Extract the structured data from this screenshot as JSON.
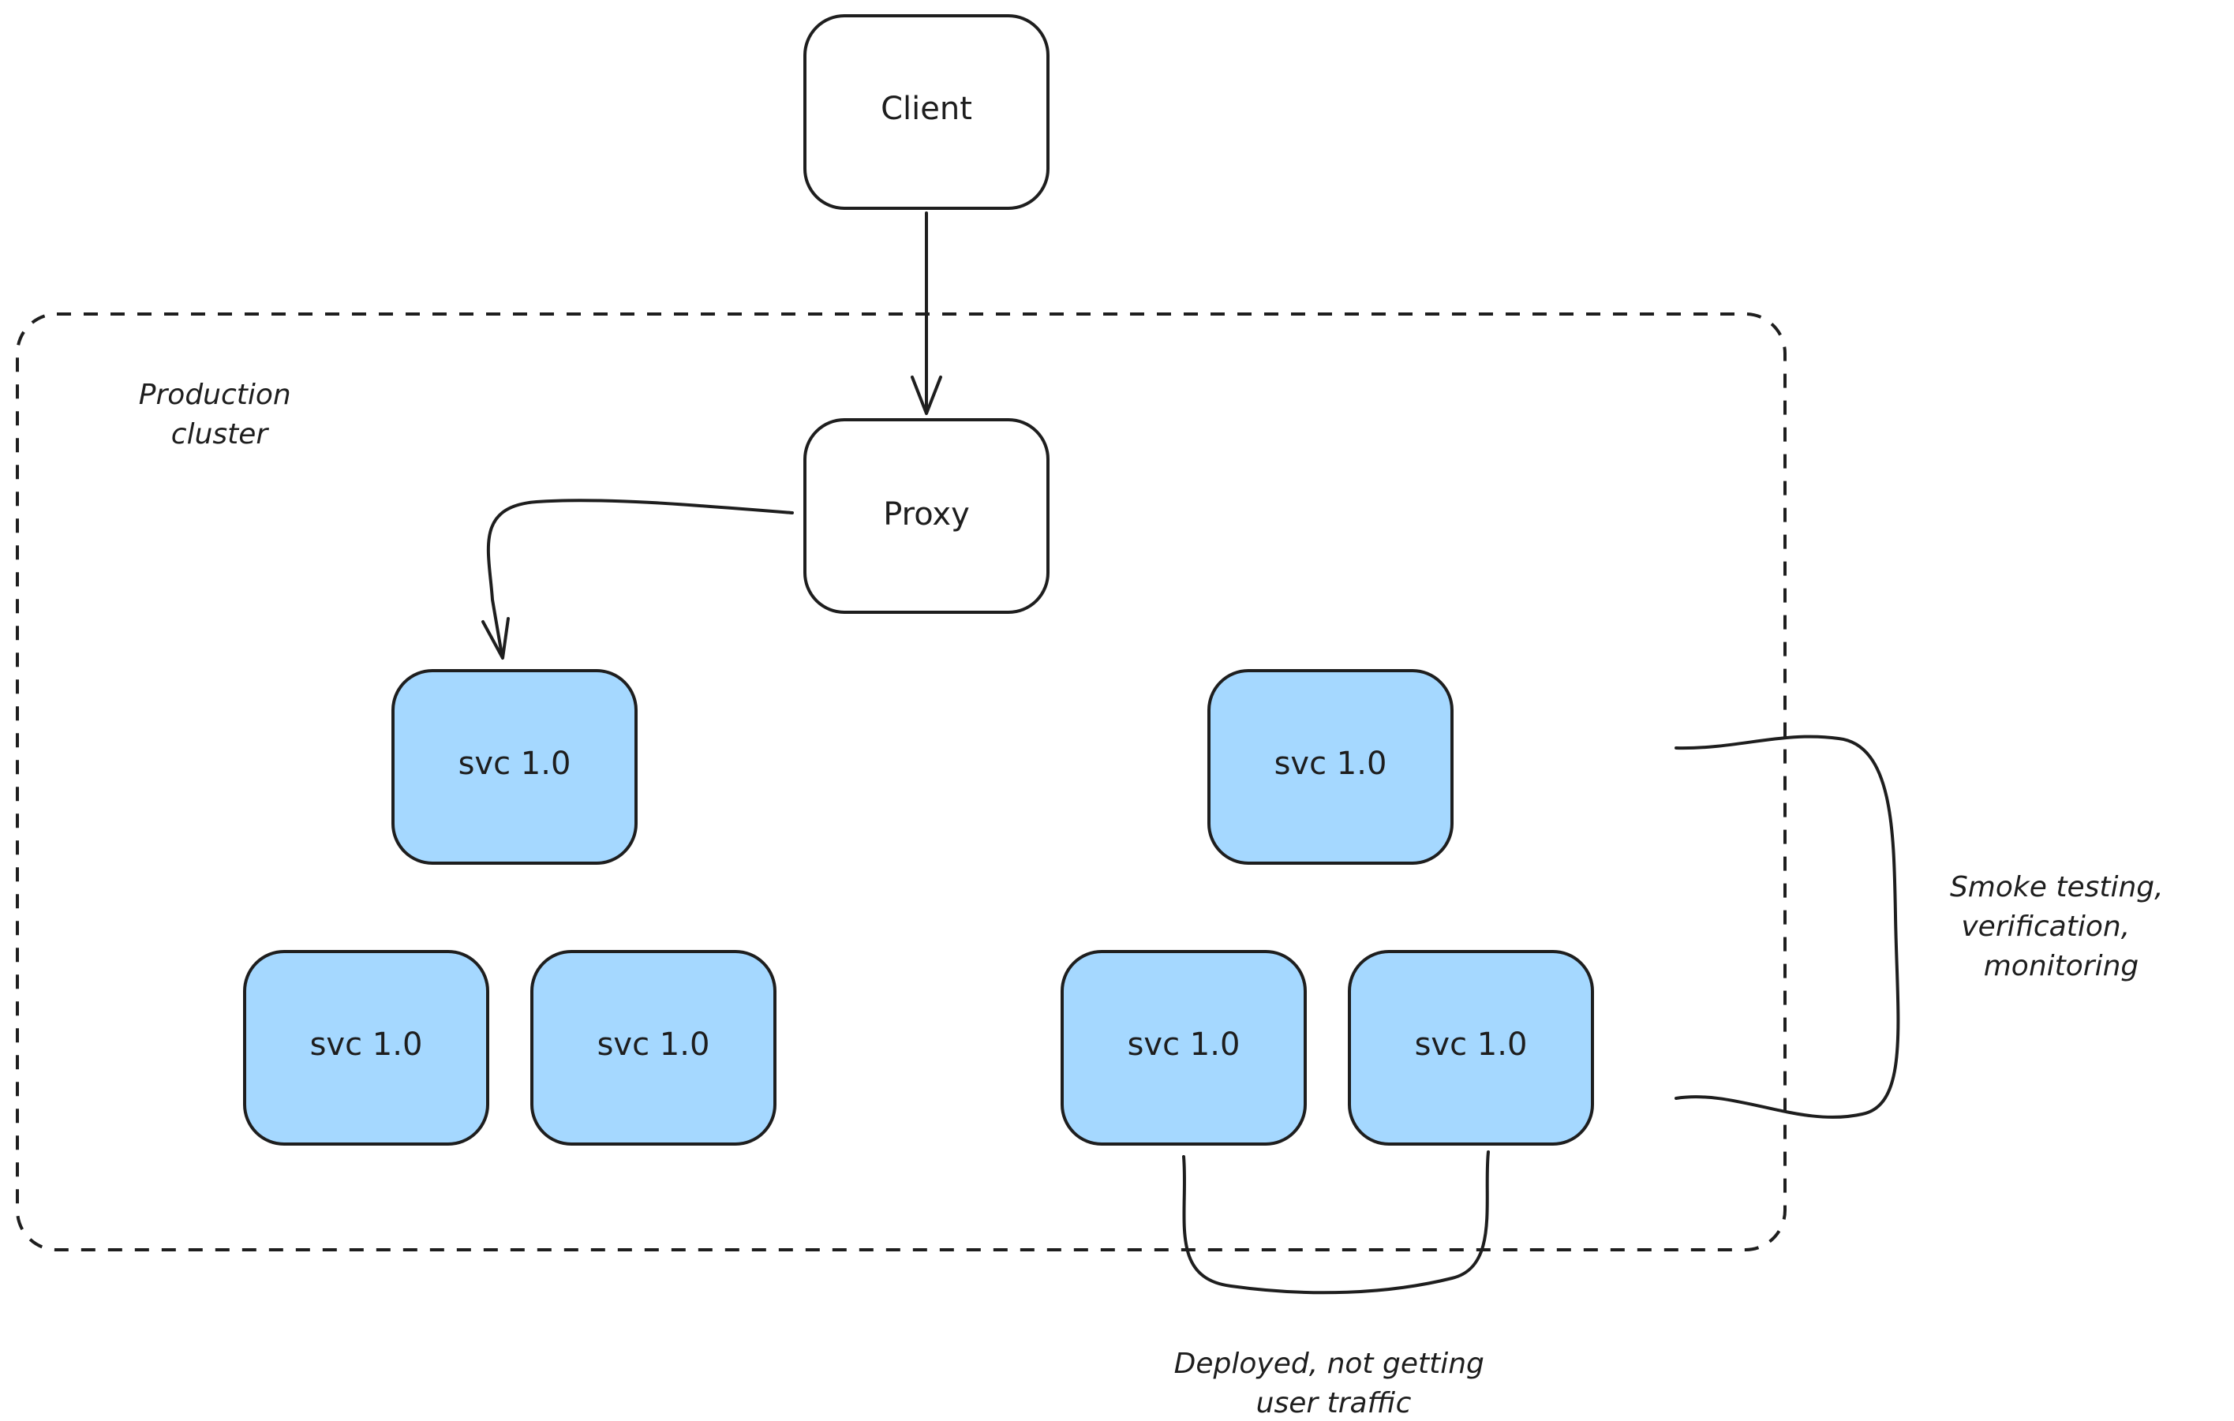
{
  "nodes": {
    "client": "Client",
    "proxy": "Proxy",
    "svc_active_top": "svc 1.0",
    "svc_active_bottom_left": "svc 1.0",
    "svc_active_bottom_right": "svc 1.0",
    "svc_new_top": "svc 1.0",
    "svc_new_bottom_left": "svc 1.0",
    "svc_new_bottom_right": "svc 1.0"
  },
  "cluster": {
    "label_line1": "Production",
    "label_line2": "cluster"
  },
  "annotations": {
    "smoke_line1": "Smoke testing,",
    "smoke_line2": "verification,",
    "smoke_line3": "monitoring",
    "deployed_line1": "Deployed, not getting",
    "deployed_line2": "user traffic"
  },
  "colors": {
    "service_fill": "#a5d8ff",
    "stroke": "#1e1e1e"
  }
}
